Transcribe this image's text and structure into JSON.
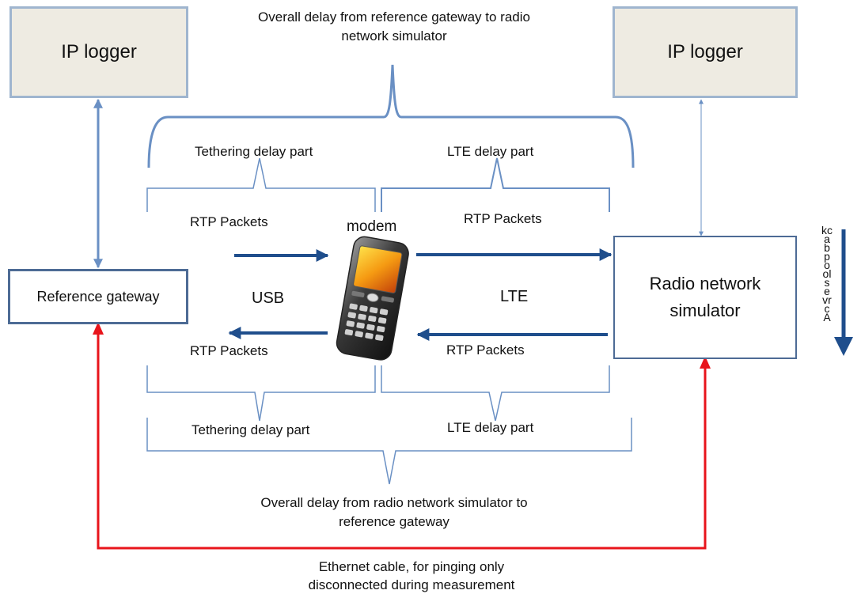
{
  "boxes": {
    "ip_logger_left": "IP logger",
    "ip_logger_right": "IP logger",
    "reference_gateway": "Reference gateway",
    "radio_network_simulator": "Radio network simulator"
  },
  "labels": {
    "overall_top": "Overall delay from reference gateway to radio network simulator",
    "tethering_top": "Tethering delay part",
    "lte_top": "LTE delay part",
    "rtp_top_left": "RTP Packets",
    "rtp_top_right": "RTP Packets",
    "modem": "modem",
    "usb": "USB",
    "lte": "LTE",
    "rtp_bottom_left": "RTP Packets",
    "rtp_bottom_right": "RTP Packets",
    "tethering_bottom": "Tethering delay part",
    "lte_bottom": "LTE delay part",
    "overall_bottom": "Overall delay from radio network simulator to reference gateway",
    "ethernet": "Ethernet cable, for pinging only disconnected during measurement",
    "vertical": "kcabpoolsevrcA"
  },
  "colors": {
    "arrow_blue": "#1f4e8c",
    "link_blue": "#6a90c4",
    "ethernet_red": "#e8141b",
    "brace": "#6a90c4"
  },
  "icons": {
    "phone": "mobile-phone-icon"
  }
}
